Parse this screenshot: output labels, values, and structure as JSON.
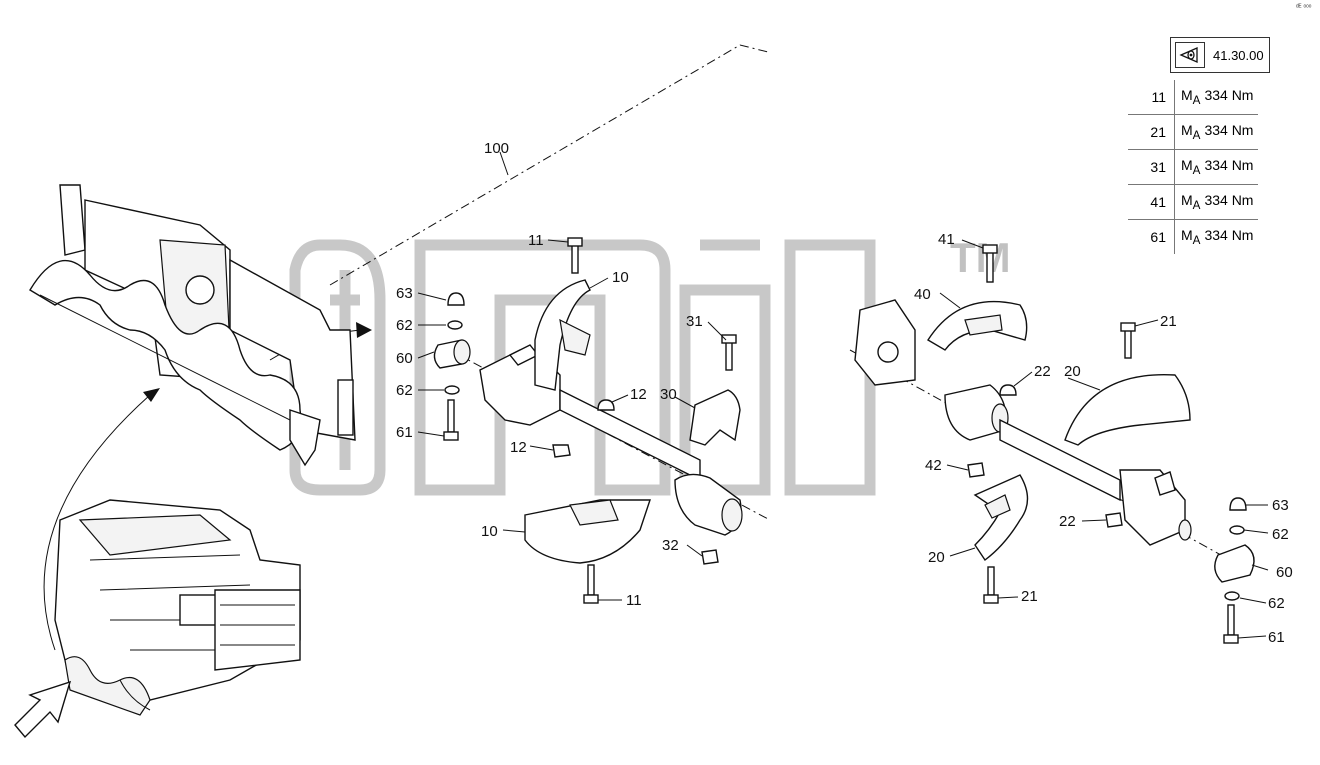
{
  "reference": {
    "code": "41.30.00",
    "icon": "eye-view-icon"
  },
  "corner_mark": "ᵈᴱ ᵒᵒᵒ",
  "torque_table": [
    {
      "item": "11",
      "symbol": "M",
      "sub": "A",
      "value": "334 Nm"
    },
    {
      "item": "21",
      "symbol": "M",
      "sub": "A",
      "value": "334 Nm"
    },
    {
      "item": "31",
      "symbol": "M",
      "sub": "A",
      "value": "334 Nm"
    },
    {
      "item": "41",
      "symbol": "M",
      "sub": "A",
      "value": "334 Nm"
    },
    {
      "item": "61",
      "symbol": "M",
      "sub": "A",
      "value": "334 Nm"
    }
  ],
  "watermark": {
    "text": "ardb",
    "mark": "TM"
  },
  "callouts": [
    {
      "id": "c100",
      "text": "100"
    },
    {
      "id": "c11a",
      "text": "11"
    },
    {
      "id": "c10a",
      "text": "10"
    },
    {
      "id": "c63a",
      "text": "63"
    },
    {
      "id": "c62a",
      "text": "62"
    },
    {
      "id": "c60a",
      "text": "60"
    },
    {
      "id": "c62b",
      "text": "62"
    },
    {
      "id": "c61a",
      "text": "61"
    },
    {
      "id": "c31",
      "text": "31"
    },
    {
      "id": "c12a",
      "text": "12"
    },
    {
      "id": "c30",
      "text": "30"
    },
    {
      "id": "c12b",
      "text": "12"
    },
    {
      "id": "c10b",
      "text": "10"
    },
    {
      "id": "c32",
      "text": "32"
    },
    {
      "id": "c11b",
      "text": "11"
    },
    {
      "id": "c41",
      "text": "41"
    },
    {
      "id": "c40",
      "text": "40"
    },
    {
      "id": "c21a",
      "text": "21"
    },
    {
      "id": "c22a",
      "text": "22"
    },
    {
      "id": "c20a",
      "text": "20"
    },
    {
      "id": "c42",
      "text": "42"
    },
    {
      "id": "c22b",
      "text": "22"
    },
    {
      "id": "c20b",
      "text": "20"
    },
    {
      "id": "c21b",
      "text": "21"
    },
    {
      "id": "c63b",
      "text": "63"
    },
    {
      "id": "c62c",
      "text": "62"
    },
    {
      "id": "c60b",
      "text": "60"
    },
    {
      "id": "c62d",
      "text": "62"
    },
    {
      "id": "c61b",
      "text": "61"
    }
  ]
}
